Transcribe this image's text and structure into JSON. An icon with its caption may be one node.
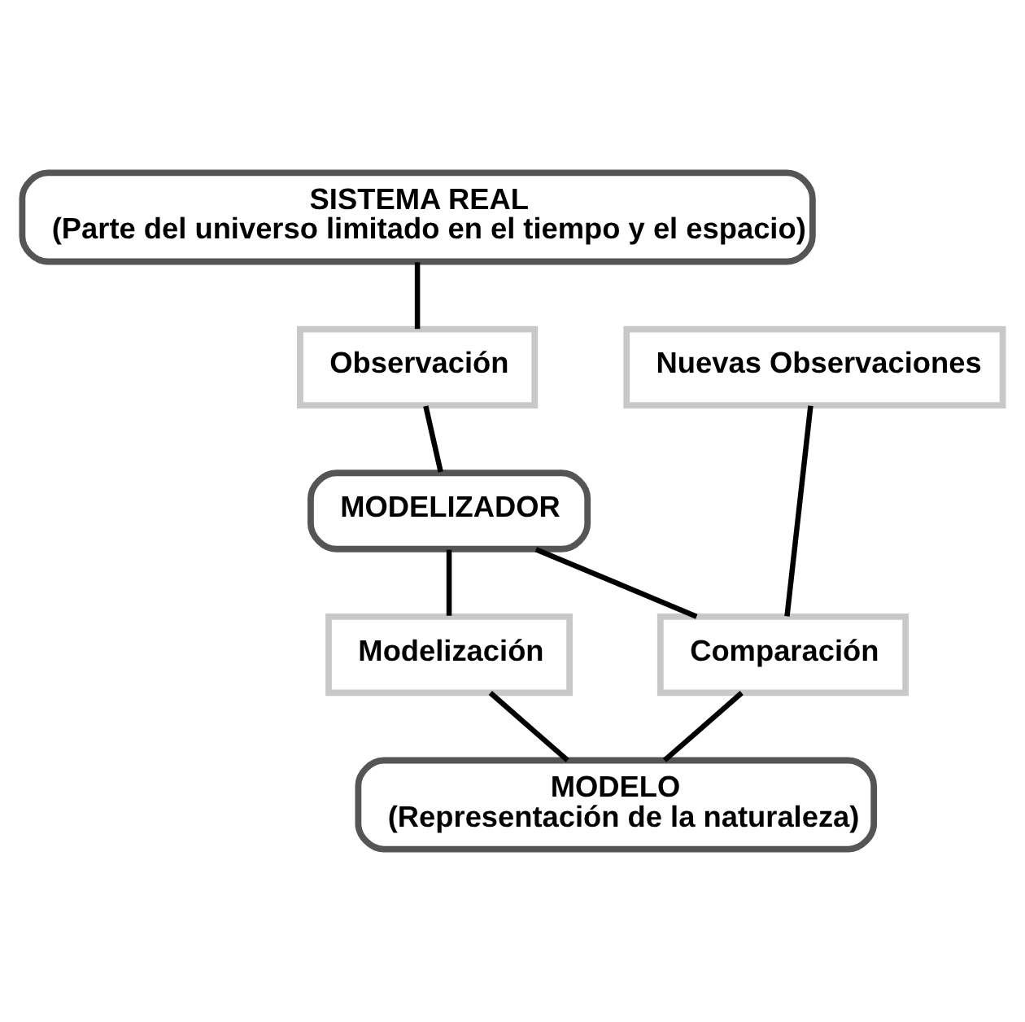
{
  "diagram": {
    "nodes": [
      {
        "text": [
          "SISTEMA REAL",
          "(Parte del universo limitado en el tiempo y el espacio)"
        ]
      },
      {
        "text": [
          "Nuevas Observaciones"
        ]
      },
      {
        "text": [
          "Observación"
        ]
      },
      {
        "text": [
          "MODELIZADOR"
        ]
      },
      {
        "text": [
          "Comparación"
        ]
      },
      {
        "text": [
          "Modelización"
        ]
      },
      {
        "text": [
          "MODELO",
          "(Representación de la naturaleza)"
        ]
      }
    ],
    "edges": [
      {
        "from": 0,
        "to": 2,
        "arrow": "none"
      },
      {
        "from": 2,
        "to": 3,
        "arrow": "none"
      },
      {
        "from": 1,
        "to": 4,
        "arrow": "none"
      },
      {
        "from": 3,
        "to": 4,
        "arrow": "none"
      },
      {
        "from": 4,
        "to": 6,
        "arrow": "none"
      },
      {
        "from": 3,
        "to": 5,
        "arrow": "none"
      },
      {
        "from": 5,
        "to": 6,
        "arrow": "none"
      }
    ]
  }
}
